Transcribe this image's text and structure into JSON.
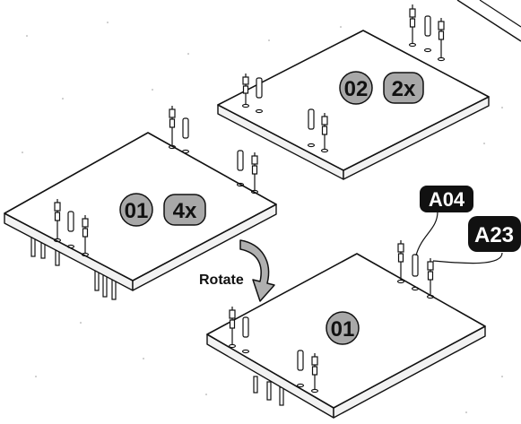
{
  "boards": {
    "top_right": {
      "part": "02",
      "qty": "2x"
    },
    "left": {
      "part": "01",
      "qty": "4x"
    },
    "bottom": {
      "part": "01"
    }
  },
  "callouts": {
    "a04": "A04",
    "a23": "A23"
  },
  "rotate_label": "Rotate",
  "colors": {
    "badge_fill": "#a8a8a8",
    "callout_fill": "#111111",
    "line": "#111111"
  }
}
